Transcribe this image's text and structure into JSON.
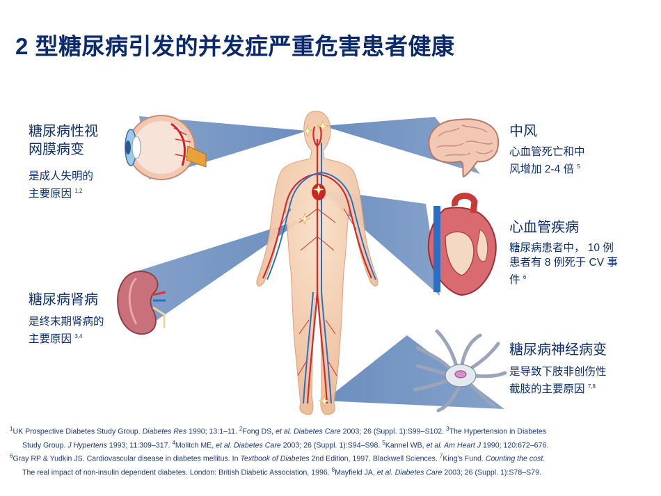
{
  "title": "2 型糖尿病引发的并发症严重危害患者健康",
  "callouts": {
    "retinopathy": {
      "head_line1": "糖尿病性视",
      "head_line2": "网膜病变",
      "desc_line1": "是成人失明的",
      "desc_line2": "主要原因",
      "sup": "1,2"
    },
    "nephropathy": {
      "head": "糖尿病肾病",
      "desc_line1": "是终末期肾病的",
      "desc_line2": "主要原因",
      "sup": "3,4"
    },
    "stroke": {
      "head": "中风",
      "desc_line1": "心血管死亡和中",
      "desc_line2": "风增加 2-4 倍",
      "sup": "5"
    },
    "cvd": {
      "head": "心血管疾病",
      "desc_line1": "糖尿病患者中， 10 例",
      "desc_line2": "患者有 8 例死于 CV 事",
      "desc_line3": "件",
      "sup": "6"
    },
    "neuropathy": {
      "head": "糖尿病神经病变",
      "desc_line1": "是导致下肢非创伤性",
      "desc_line2": "截肢的主要原因",
      "sup": "7,8"
    }
  },
  "references": {
    "l1_a": "UK Prospective Diabetes Study Group. ",
    "l1_b": "Diabetes Res",
    "l1_c": " 1990; 13:1–11. ",
    "l1_d": "Fong DS, ",
    "l1_e": "et al. Diabetes Care",
    "l1_f": " 2003; 26 (Suppl. 1):S99–S102. ",
    "l1_g": "The Hypertension in Diabetes",
    "l2_a": "Study Group. ",
    "l2_b": "J Hypertens",
    "l2_c": " 1993; 11:309–317. ",
    "l2_d": "Molitch ME, ",
    "l2_e": "et al. Diabetes Care",
    "l2_f": " 2003; 26 (Suppl. 1):S94–S98. ",
    "l2_g": "Kannel WB, ",
    "l2_h": "et al. Am Heart J",
    "l2_i": " 1990; 120:672–676.",
    "l3_a": "Gray RP & Yudkin JS. Cardiovascular disease in diabetes mellitus. In ",
    "l3_b": "Textbook of Diabetes",
    "l3_c": " 2nd Edition, 1997. Blackwell Sciences. ",
    "l3_d": "King's Fund. ",
    "l3_e": "Counting the cost.",
    "l4_a": "The real impact of non-insulin dependent diabetes. London: British Diabetic Association, 1996. ",
    "l4_b": "Mayfield JA, ",
    "l4_c": "et al. Diabetes Care",
    "l4_d": " 2003; 26 (Suppl. 1):S78–S79.",
    "s1": "1",
    "s2": "2",
    "s3": "3",
    "s4": "4",
    "s5": "5",
    "s6": "6",
    "s7": "7",
    "s8": "8"
  },
  "colors": {
    "title": "#0a2a6b",
    "beam": "#6d8fbf",
    "artery": "#d42a2a",
    "vein": "#2a6fc4",
    "skin": "#f3c9a6"
  },
  "icons": [
    "eye-illustration",
    "kidney-illustration",
    "brain-illustration",
    "heart-illustration",
    "neuron-illustration",
    "human-body-illustration",
    "sparkle-icon"
  ]
}
